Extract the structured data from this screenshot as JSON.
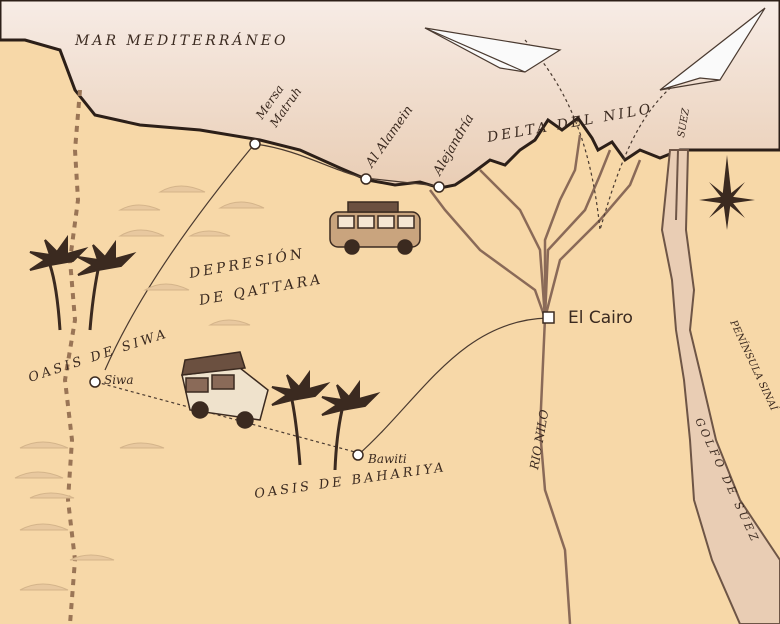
{
  "labels": {
    "sea": "MAR MEDITERRÁNEO",
    "delta": "DELTA DEL NILO",
    "qattara_1": "DEPRESIÓN",
    "qattara_2": "DE QATTARA",
    "siwa_oasis": "OASIS DE SIWA",
    "bahariya_oasis": "OASIS DE BAHARIYA",
    "nile": "RIO NILO",
    "sinai": "PENÍNSULA SINAÍ",
    "gulf": "GOLFO DE SUEZ",
    "suez": "SUEZ"
  },
  "places": {
    "mersa_1": "Mersa",
    "mersa_2": "Matruh",
    "alamein": "Al Alamein",
    "alejandria": "Alejandría",
    "cairo": "El Cairo",
    "siwa": "Siwa",
    "bawiti": "Bawiti"
  },
  "colors": {
    "sea": "#efd9c4",
    "land": "#f7d8a8",
    "ink": "#3b2a20",
    "river": "#8a6a58"
  },
  "icons": [
    "paper-plane-icon",
    "compass-rose-icon",
    "van-icon",
    "jeep-icon",
    "palm-tree-icon"
  ]
}
